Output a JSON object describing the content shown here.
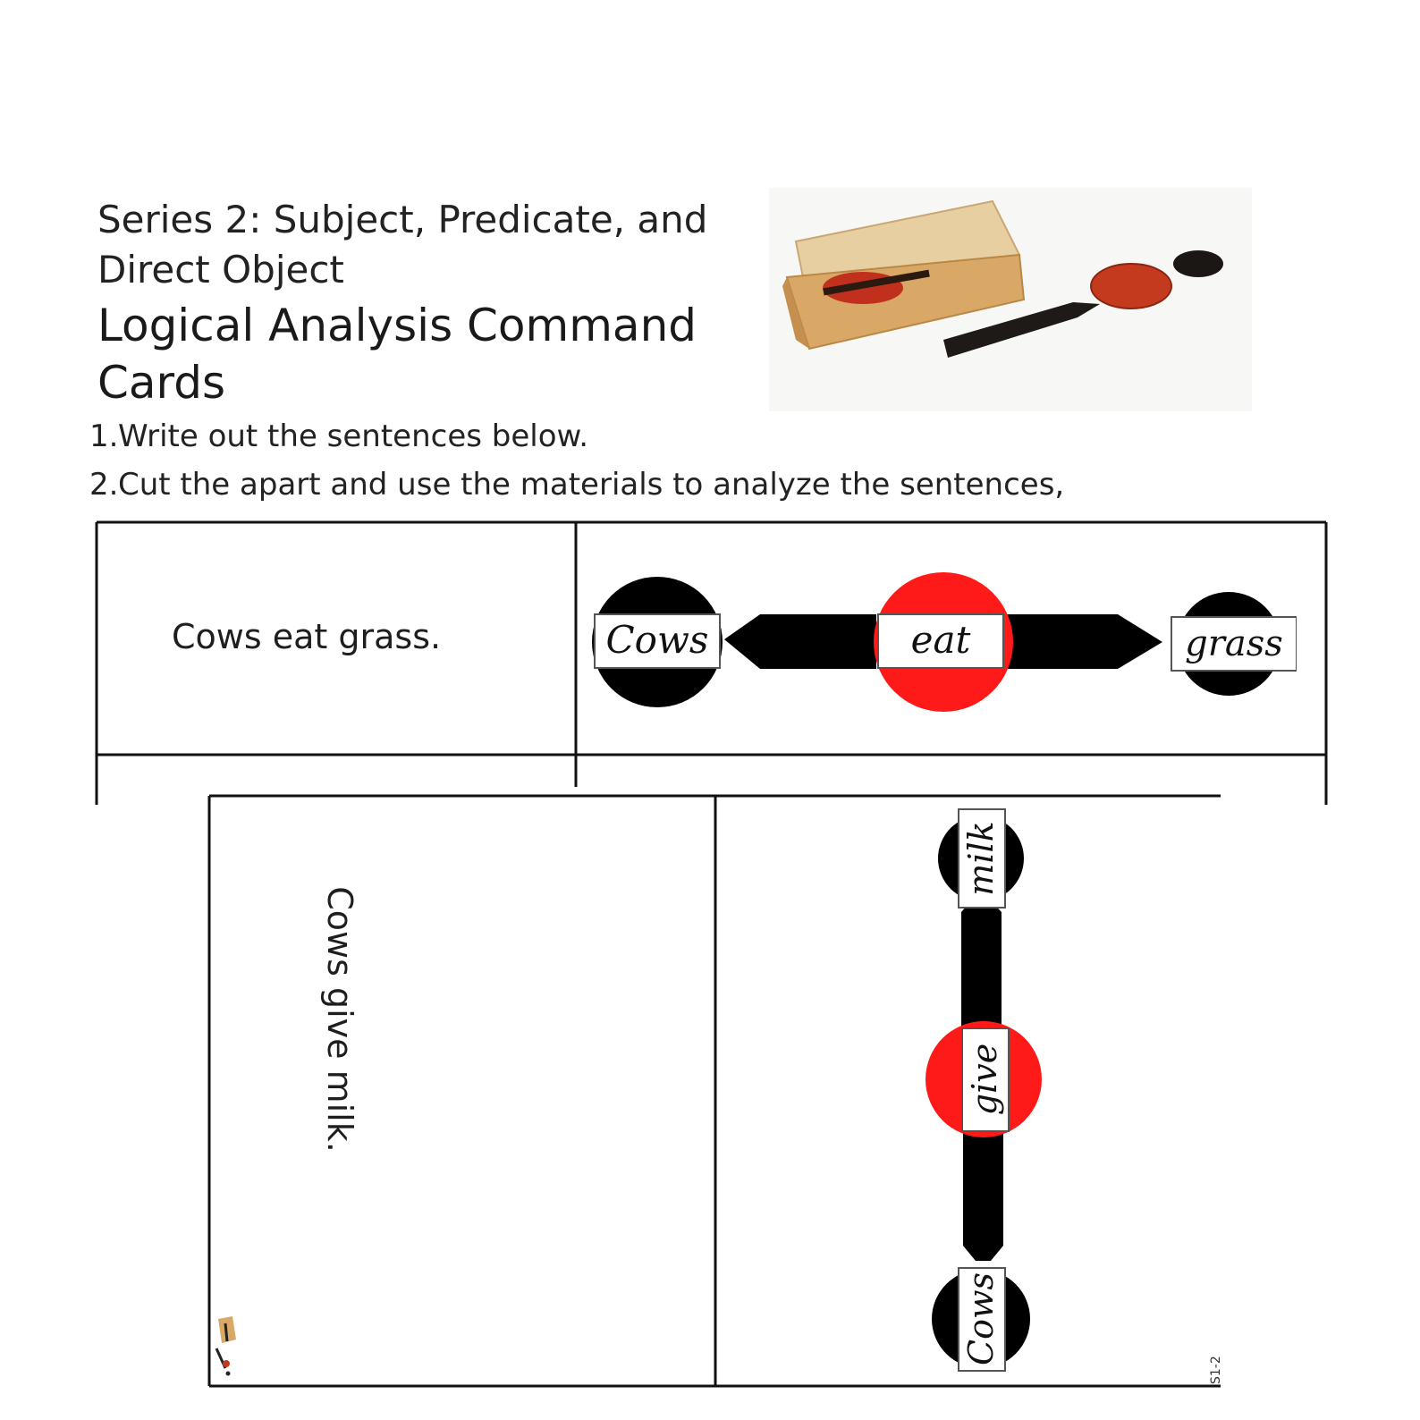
{
  "header": {
    "series_title": "Series 2: Subject, Predicate, and Direct Object",
    "main_title": "Logical Analysis Command Cards"
  },
  "instructions": [
    {
      "number": "1.",
      "text": "Write out the sentences below."
    },
    {
      "number": "2.",
      "text": "Cut the apart and use the materials to analyze the sentences,"
    }
  ],
  "cards": [
    {
      "sentence": "Cows eat grass.",
      "subject": "Cows",
      "predicate": "eat",
      "direct_object": "grass"
    },
    {
      "sentence": "Cows give milk.",
      "subject": "Cows",
      "predicate": "give",
      "direct_object": "milk",
      "card_code": "S1-2"
    }
  ],
  "colors": {
    "subject_circle": "#000000",
    "predicate_circle": "#ff1a1a",
    "arrow": "#000000",
    "border": "#111111"
  },
  "images": {
    "materials_photo": "wooden-box-with-circles-and-arrow",
    "card_logo_icon": "materials-logo-icon"
  }
}
